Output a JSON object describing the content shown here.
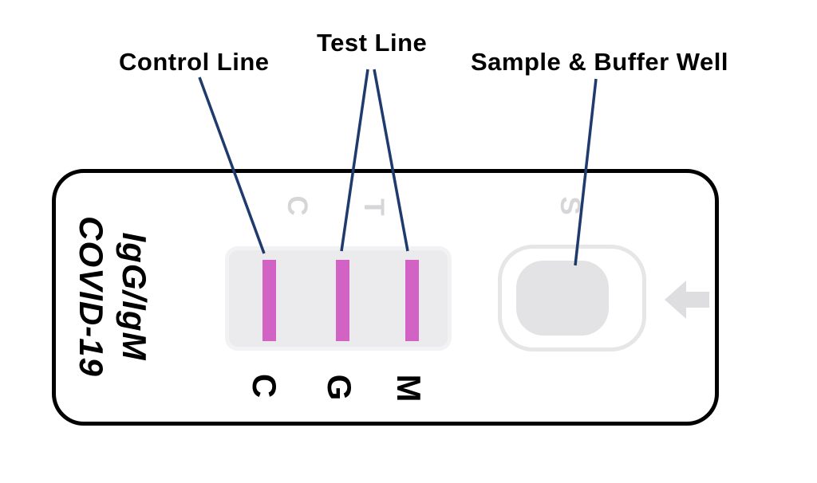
{
  "callouts": {
    "control_line": "Control Line",
    "test_line": "Test Line",
    "sample_well": "Sample & Buffer Well"
  },
  "cassette": {
    "brand": {
      "line1": "COVID-19",
      "line2": "IgG/IgM"
    },
    "printed_letters": {
      "c": "C",
      "t": "T",
      "s": "S"
    },
    "result_letters": [
      "C",
      "G",
      "M"
    ]
  },
  "colors": {
    "connector_navy": "#1f3a6d",
    "band_pink": "#d263c5",
    "window_gray": "#ebebed",
    "well_gray": "#e3e3e5",
    "printed_letter_gray": "#d6d6d8",
    "cassette_border": "#000000"
  }
}
